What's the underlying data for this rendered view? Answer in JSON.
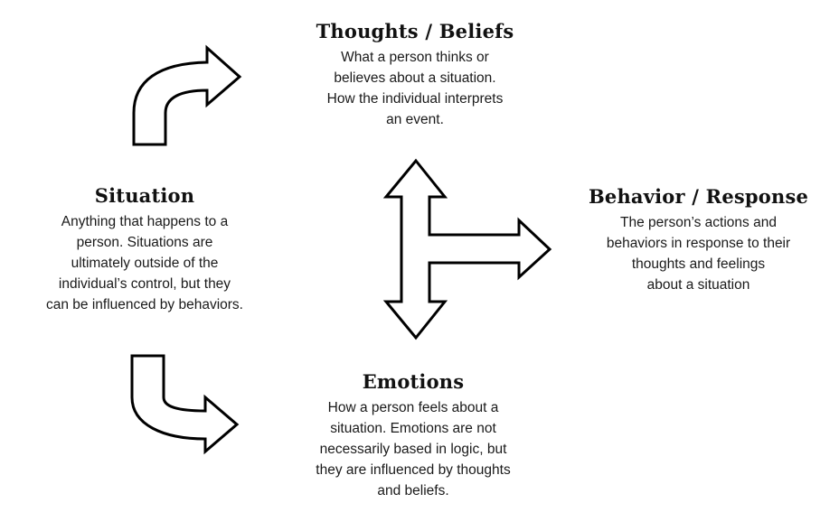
{
  "diagram": {
    "type": "cognitive-behavioral cycle",
    "nodes": [
      {
        "id": "thoughts",
        "title": "Thoughts / Beliefs",
        "description": "What a person thinks or\nbelieves about a situation.\nHow the individual interprets\nan event."
      },
      {
        "id": "situation",
        "title": "Situation",
        "description": "Anything that happens to a\nperson. Situations are\nultimately outside of the\nindividual’s control, but they\ncan be influenced by behaviors."
      },
      {
        "id": "behavior",
        "title": "Behavior / Response",
        "description": "The person’s actions and\nbehaviors in response to their\nthoughts and feelings\nabout a situation"
      },
      {
        "id": "emotions",
        "title": "Emotions",
        "description": "How a person feels about a\nsituation. Emotions are not\nnecessarily based in logic, but\nthey are influenced by thoughts\nand beliefs."
      }
    ],
    "edges": [
      {
        "from": "situation",
        "to": "thoughts",
        "icon": "curved-arrow-up-right-icon"
      },
      {
        "from": "situation",
        "to": "emotions",
        "icon": "curved-arrow-down-right-icon"
      },
      {
        "from": "thoughts",
        "to": "emotions",
        "bidirectional": true,
        "icon": "double-arrow-vertical-icon"
      },
      {
        "from": "thoughts+emotions",
        "to": "behavior",
        "icon": "arrow-right-icon"
      }
    ],
    "colors": {
      "background": "#ffffff",
      "text": "#1a1a1a",
      "arrow_stroke": "#000000",
      "arrow_fill": "#ffffff"
    }
  }
}
